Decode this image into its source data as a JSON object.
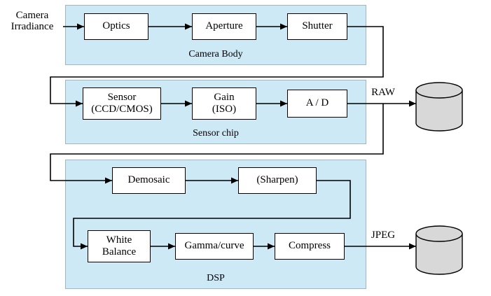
{
  "input": {
    "line1": "Camera",
    "line2": "Irradiance"
  },
  "outputs": {
    "raw": "RAW",
    "jpeg": "JPEG"
  },
  "sections": {
    "camera_body": {
      "label": "Camera Body"
    },
    "sensor_chip": {
      "label": "Sensor chip"
    },
    "dsp": {
      "label": "DSP"
    }
  },
  "boxes": {
    "optics": {
      "label": "Optics"
    },
    "aperture": {
      "label": "Aperture"
    },
    "shutter": {
      "label": "Shutter"
    },
    "sensor": {
      "line1": "Sensor",
      "line2": "(CCD/CMOS)"
    },
    "gain": {
      "line1": "Gain",
      "line2": "(ISO)"
    },
    "ad": {
      "label": "A / D"
    },
    "demosaic": {
      "label": "Demosaic"
    },
    "sharpen": {
      "label": "(Sharpen)"
    },
    "white_balance": {
      "line1": "White",
      "line2": "Balance"
    },
    "gamma": {
      "label": "Gamma/curve"
    },
    "compress": {
      "label": "Compress"
    }
  },
  "colors": {
    "section_fill": "#cde9f6",
    "box_fill": "#ffffff",
    "box_border": "#000000",
    "cylinder_fill": "#d8d8d8",
    "line": "#000000"
  }
}
